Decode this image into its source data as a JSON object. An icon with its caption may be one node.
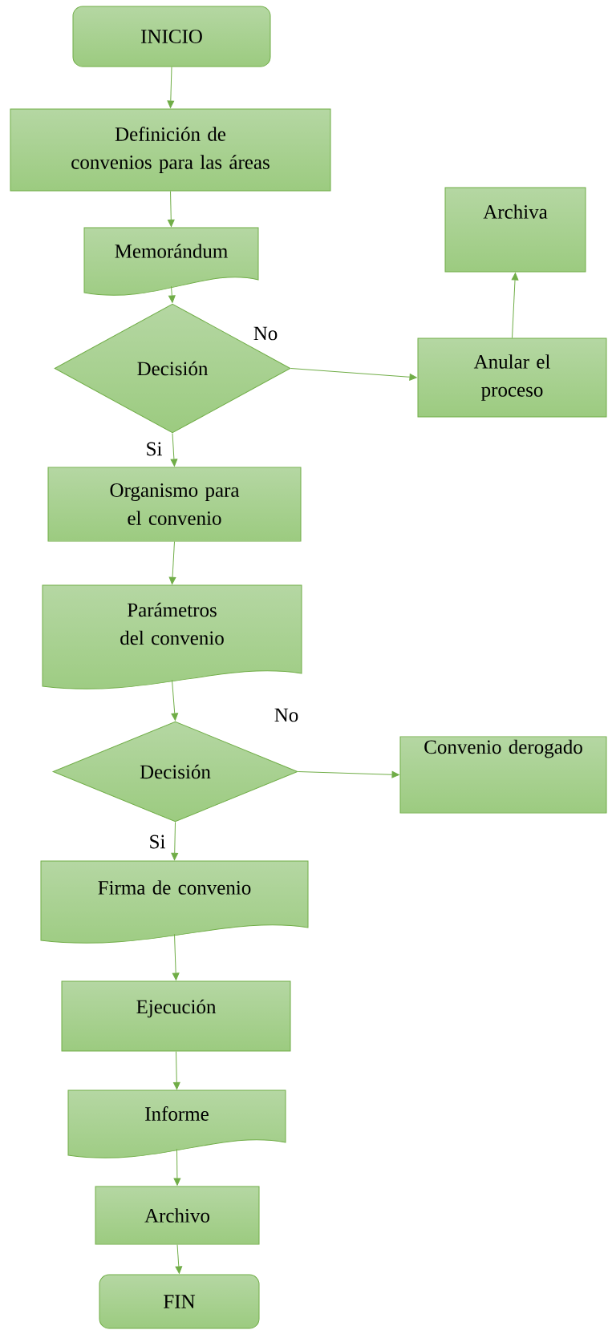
{
  "diagram": {
    "nodes": [
      {
        "text": [
          "INICIO"
        ]
      },
      {
        "text": [
          "Definición de convenios para las áreas"
        ]
      },
      {
        "text": [
          "Memorándum"
        ]
      },
      {
        "text": [
          "Decisión"
        ]
      },
      {
        "text": [
          "Archiva"
        ]
      },
      {
        "text": [
          "Anular el proceso"
        ]
      },
      {
        "text": [
          "Organismo para el convenio"
        ]
      },
      {
        "text": [
          "Parámetros del convenio"
        ]
      },
      {
        "text": [
          "Decisión"
        ]
      },
      {
        "text": [
          "Convenio derogado"
        ]
      },
      {
        "text": [
          "Firma de convenio"
        ]
      },
      {
        "text": [
          "Ejecución"
        ]
      },
      {
        "text": [
          "Informe"
        ]
      },
      {
        "text": [
          "Archivo"
        ]
      },
      {
        "text": [
          "FIN"
        ]
      }
    ],
    "edges": [
      {
        "from": 0,
        "to": 1,
        "arrow": "to"
      },
      {
        "from": 1,
        "to": 2,
        "arrow": "to"
      },
      {
        "from": 2,
        "to": 3,
        "arrow": "to"
      },
      {
        "from": 3,
        "to": 5,
        "arrow": "to",
        "label": "No"
      },
      {
        "from": 5,
        "to": 4,
        "arrow": "to"
      },
      {
        "from": 3,
        "to": 6,
        "arrow": "to",
        "label": "Si"
      },
      {
        "from": 6,
        "to": 7,
        "arrow": "to"
      },
      {
        "from": 7,
        "to": 8,
        "arrow": "to"
      },
      {
        "from": 8,
        "to": 9,
        "arrow": "to",
        "label": "No"
      },
      {
        "from": 8,
        "to": 10,
        "arrow": "to",
        "label": "Si"
      },
      {
        "from": 10,
        "to": 11,
        "arrow": "to"
      },
      {
        "from": 11,
        "to": 12,
        "arrow": "to"
      },
      {
        "from": 12,
        "to": 13,
        "arrow": "to"
      },
      {
        "from": 13,
        "to": 14,
        "arrow": "to"
      }
    ]
  }
}
